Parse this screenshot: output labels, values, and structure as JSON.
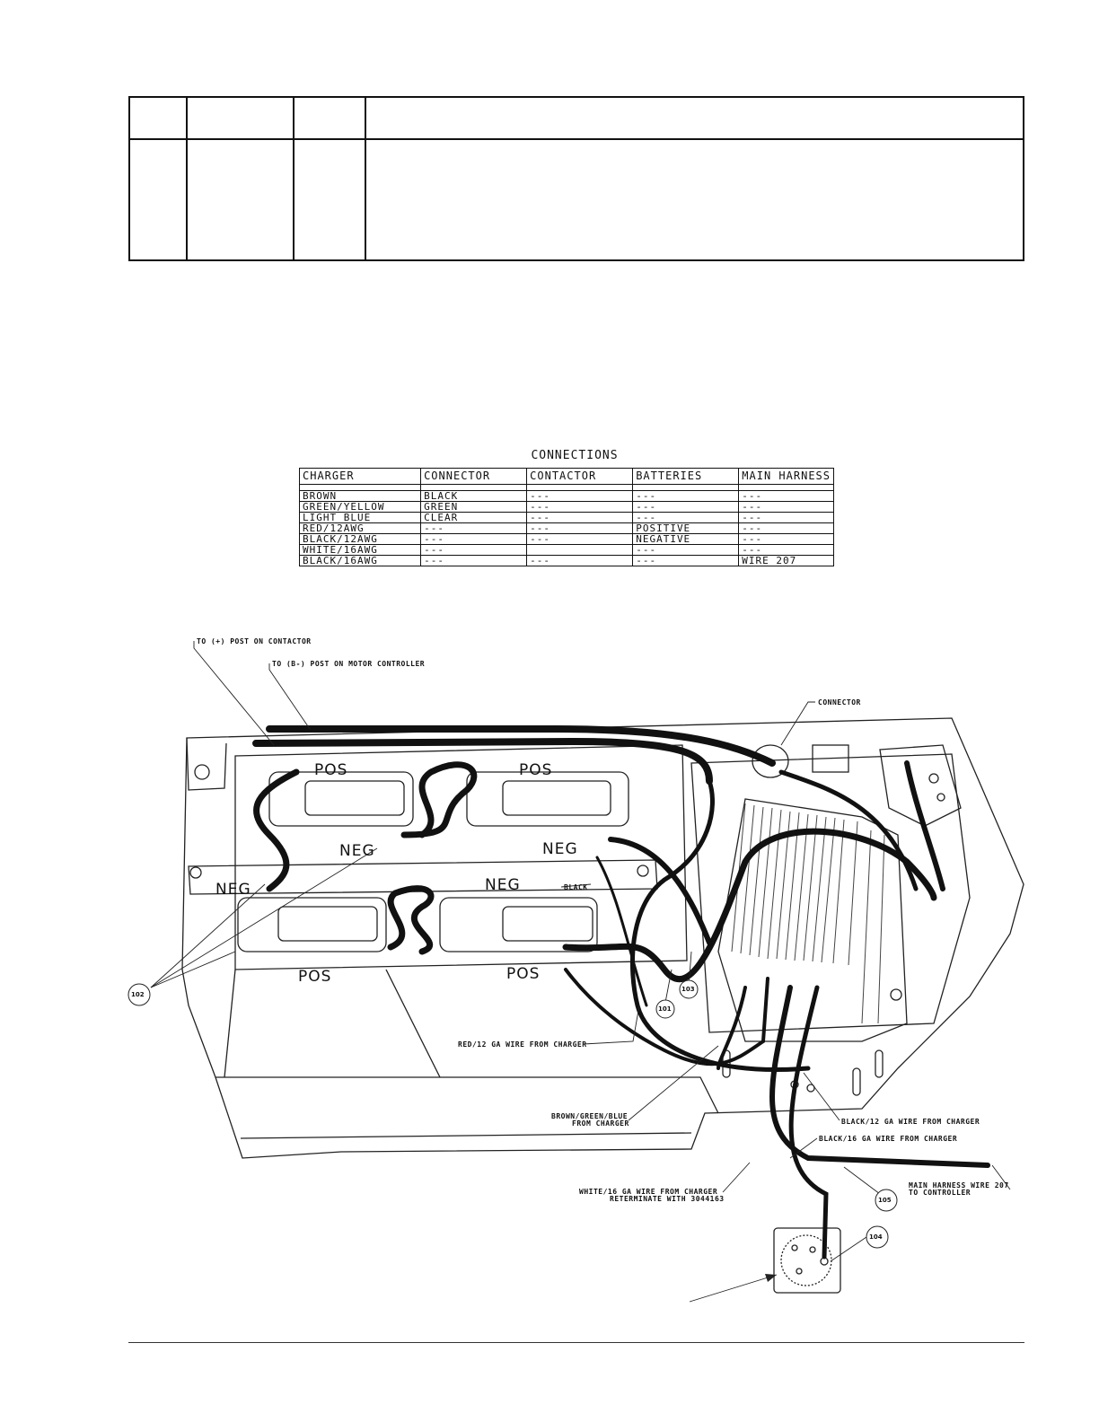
{
  "connections": {
    "title": "CONNECTIONS",
    "headers": [
      "CHARGER",
      "CONNECTOR",
      "CONTACTOR",
      "BATTERIES",
      "MAIN HARNESS"
    ],
    "rows": [
      [
        "BROWN",
        "BLACK",
        "---",
        "---",
        "---"
      ],
      [
        "GREEN/YELLOW",
        "GREEN",
        "---",
        "---",
        "---"
      ],
      [
        "LIGHT BLUE",
        "CLEAR",
        "---",
        "---",
        "---"
      ],
      [
        "RED/12AWG",
        "---",
        "---",
        "POSITIVE",
        "---"
      ],
      [
        "BLACK/12AWG",
        "---",
        "---",
        "NEGATIVE",
        "---"
      ],
      [
        "WHITE/16AWG",
        "---",
        "",
        "---",
        "---"
      ],
      [
        "BLACK/16AWG",
        "---",
        "---",
        "---",
        "WIRE 207"
      ]
    ]
  },
  "callouts": {
    "to_contactor": "TO (+) POST ON CONTACTOR",
    "to_controller": "TO (B-) POST ON MOTOR CONTROLLER",
    "connector": "CONNECTOR",
    "black": "BLACK",
    "red_wire": "RED/12 GA WIRE FROM CHARGER",
    "brown_1": "BROWN/GREEN/BLUE",
    "brown_2": "FROM CHARGER",
    "black12": "BLACK/12 GA WIRE FROM CHARGER",
    "black16": "BLACK/16 GA WIRE FROM CHARGER",
    "white_1": "WHITE/16 GA WIRE FROM CHARGER",
    "white_2": "RETERMINATE WITH 3044163",
    "harness_1": "MAIN HARNESS WIRE 207",
    "harness_2": "TO CONTROLLER"
  },
  "terminal_labels": {
    "pos": "POS",
    "neg": "NEG"
  },
  "item_numbers": {
    "n101": "101",
    "n102": "102",
    "n103": "103",
    "n104": "104",
    "n105": "105"
  }
}
